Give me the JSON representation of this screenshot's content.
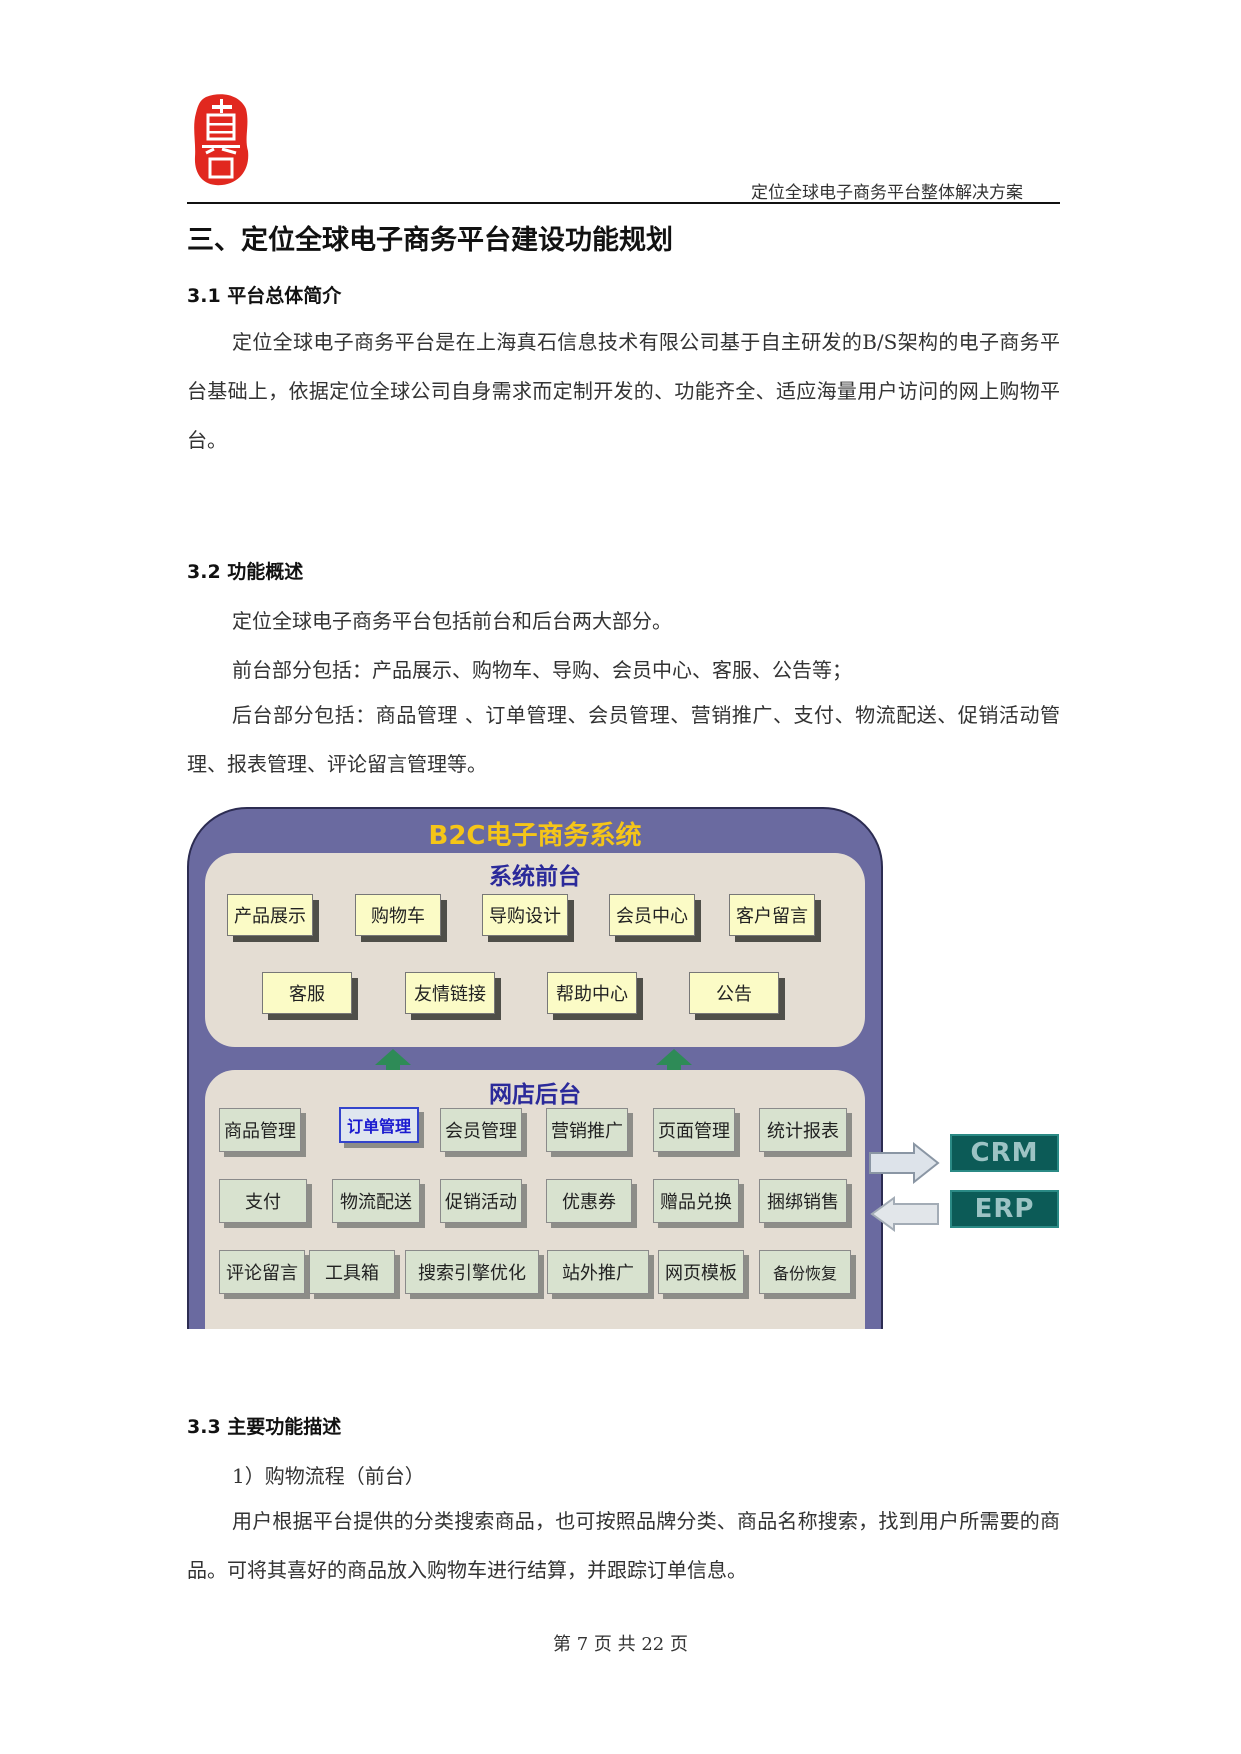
{
  "header": {
    "title": "定位全球电子商务平台整体解决方案"
  },
  "heading": "三、定位全球电子商务平台建设功能规划",
  "section1": {
    "title": "3.1 平台总体简介",
    "para": "定位全球电子商务平台是在上海真石信息技术有限公司基于自主研发的B/S架构的电子商务平台基础上，依据定位全球公司自身需求而定制开发的、功能齐全、适应海量用户访问的网上购物平台。"
  },
  "section2": {
    "title": "3.2 功能概述",
    "line1": "定位全球电子商务平台包括前台和后台两大部分。",
    "line2": "前台部分包括：产品展示、购物车、导购、会员中心、客服、公告等；",
    "para3": "后台部分包括：商品管理 、订单管理、会员管理、营销推广、支付、物流配送、促销活动管理、报表管理、评论留言管理等。"
  },
  "diagram": {
    "title": "B2C电子商务系统",
    "front": {
      "title": "系统前台",
      "row1": [
        "产品展示",
        "购物车",
        "导购设计",
        "会员中心",
        "客户留言"
      ],
      "row2": [
        "客服",
        "友情链接",
        "帮助中心",
        "公告"
      ]
    },
    "back": {
      "title": "网店后台",
      "row1": [
        "商品管理",
        "订单管理",
        "会员管理",
        "营销推广",
        "页面管理",
        "统计报表"
      ],
      "row2": [
        "支付",
        "物流配送",
        "促销活动",
        "优惠券",
        "赠品兑换",
        "捆绑销售"
      ],
      "row3": [
        "评论留言",
        "工具箱",
        "搜索引擎优化",
        "站外推广",
        "网页模板",
        "备份恢复"
      ]
    },
    "side": [
      "CRM",
      "ERP"
    ],
    "colors": {
      "outer": "#6a6aa0",
      "panel": "#e4ddd3",
      "front_box": "#fbfbc6",
      "back_box": "#d8e2cf",
      "arrow": "#2e8b57",
      "side": "#0c5b57"
    }
  },
  "section3": {
    "title": "3.3 主要功能描述",
    "sub": "1）购物流程（前台）",
    "para": "用户根据平台提供的分类搜索商品，也可按照品牌分类、商品名称搜索，找到用户所需要的商品。可将其喜好的商品放入购物车进行结算，并跟踪订单信息。"
  },
  "footer": "第 7 页 共 22 页"
}
